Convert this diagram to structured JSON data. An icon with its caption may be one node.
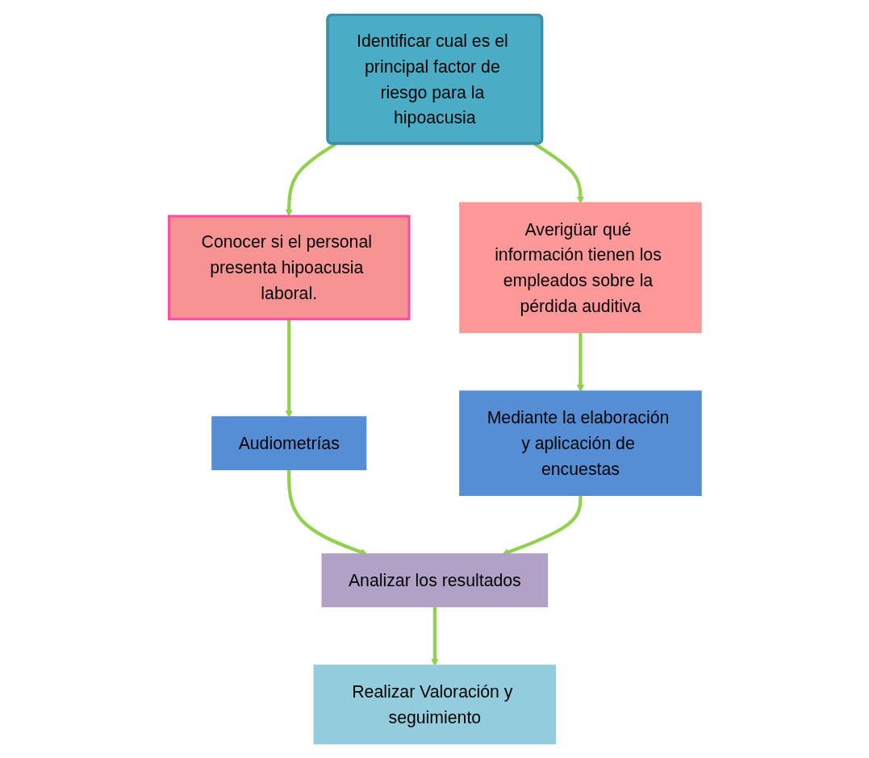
{
  "diagram": {
    "nodes": [
      {
        "text": [
          "Identificar cual es el principal factor de riesgo para la hipoacusia"
        ]
      },
      {
        "text": [
          "Conocer si el personal presenta hipoacusia laboral."
        ]
      },
      {
        "text": [
          "Averigüar qué información tienen los empleados sobre la pérdida auditiva"
        ]
      },
      {
        "text": [
          "Audiometrías"
        ]
      },
      {
        "text": [
          "Mediante la elaboración y aplicación de encuestas"
        ]
      },
      {
        "text": [
          "Analizar los resultados"
        ]
      },
      {
        "text": [
          "Realizar Valoración y seguimiento"
        ]
      }
    ],
    "edges": [
      {
        "from": 0,
        "to": 1,
        "arrow": "to"
      },
      {
        "from": 0,
        "to": 2,
        "arrow": "to"
      },
      {
        "from": 1,
        "to": 3,
        "arrow": "to"
      },
      {
        "from": 2,
        "to": 4,
        "arrow": "to"
      },
      {
        "from": 3,
        "to": 5,
        "arrow": "to"
      },
      {
        "from": 4,
        "to": 5,
        "arrow": "to"
      },
      {
        "from": 5,
        "to": 6,
        "arrow": "to"
      }
    ]
  }
}
